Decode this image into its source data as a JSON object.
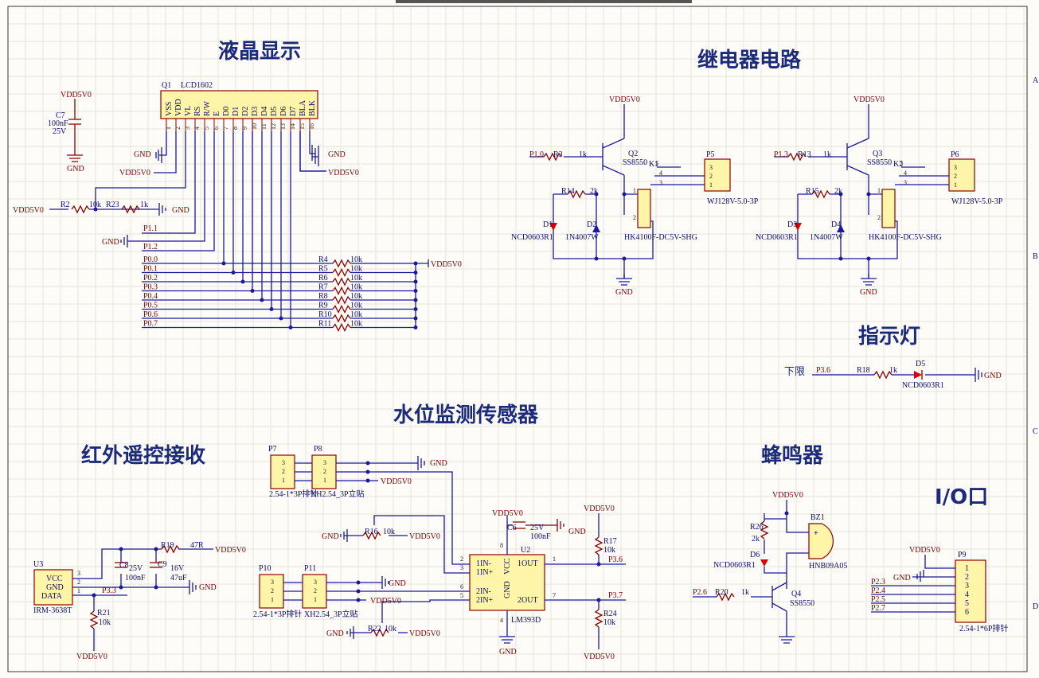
{
  "titles": {
    "lcd": "液晶显示",
    "relay": "继电器电路",
    "indicator": "指示灯",
    "water": "水位监测传感器",
    "ir": "红外遥控接收",
    "buzzer": "蜂鸣器",
    "io": "I/O口"
  },
  "border": {
    "rows": [
      "A",
      "B",
      "C",
      "D"
    ]
  },
  "power": {
    "vdd": "VDD5V0",
    "gnd": "GND"
  },
  "lcd": {
    "designator": "Q1",
    "part": "LCD1602",
    "pins": [
      "VSS",
      "VDD",
      "VL",
      "RS",
      "R/W",
      "E",
      "D0",
      "D1",
      "D2",
      "D3",
      "D4",
      "D5",
      "D6",
      "D7",
      "BLA",
      "BLK"
    ],
    "pin_numbers": [
      "1",
      "2",
      "3",
      "4",
      "5",
      "6",
      "7",
      "8",
      "9",
      "10",
      "11",
      "12",
      "13",
      "14",
      "15",
      "16"
    ],
    "c7": {
      "name": "C7",
      "value": "100nF",
      "voltage": "25V"
    },
    "r2": {
      "name": "R2",
      "value": "10k"
    },
    "r23": {
      "name": "R23",
      "value": "1k"
    },
    "nets_ctrl": [
      "P1.1",
      "P1.2"
    ],
    "data_nets": [
      "P0.0",
      "P0.1",
      "P0.2",
      "P0.3",
      "P0.4",
      "P0.5",
      "P0.6",
      "P0.7"
    ],
    "pullups": [
      "R4",
      "R5",
      "R6",
      "R7",
      "R8",
      "R9",
      "R10",
      "R11"
    ],
    "pullup_value": "10k"
  },
  "relay1": {
    "transistor": "Q2",
    "transistor_part": "SS8550",
    "r_base": "R3",
    "r_base_value": "1k",
    "net": "P1.0",
    "relay": "K1",
    "relay_part": "HK4100F-DC5V-SHG",
    "r_led": "R14",
    "r_led_value": "2k",
    "led": "D1",
    "led_part": "NCD0603R1",
    "diode": "D2",
    "diode_part": "1N4007W",
    "conn": "P5",
    "conn_part": "WJ128V-5.0-3P"
  },
  "relay2": {
    "transistor": "Q3",
    "transistor_part": "SS8550",
    "r_base": "R13",
    "r_base_value": "1k",
    "net": "P1.3",
    "relay": "K2",
    "relay_part": "HK4100F-DC5V-SHG",
    "r_led": "R15",
    "r_led_value": "2k",
    "led": "D3",
    "led_part": "NCD0603R1",
    "diode": "D4",
    "diode_part": "1N4007W",
    "conn": "P6",
    "conn_part": "WJ128V-5.0-3P"
  },
  "indicator": {
    "label": "下限",
    "net": "P3.6",
    "r": "R18",
    "r_value": "1k",
    "led": "D5",
    "led_part": "NCD0603R1"
  },
  "water": {
    "p7": "P7",
    "p8": "P8",
    "p10": "P10",
    "p11": "P11",
    "hdr_part": "2.54-1*3P排针",
    "xh_part": "XH2.54_3P立贴",
    "r16": "R16",
    "r16_value": "10k",
    "r22": "R22",
    "r22_value": "10k",
    "c6": "C6",
    "c6_voltage": "25V",
    "c6_value": "100nF",
    "u2": "U2",
    "u2_part": "LM393D",
    "u2_pins": [
      "1IN-",
      "1IN+",
      "2IN-",
      "2IN+",
      "VCC",
      "GND",
      "1OUT",
      "2OUT"
    ],
    "r17": "R17",
    "r17_value": "10k",
    "r24": "R24",
    "r24_value": "10k",
    "out_nets": [
      "P3.6",
      "P3.7"
    ]
  },
  "ir": {
    "u3": "U3",
    "u3_part": "IRM-3638T",
    "u3_pins": [
      "VCC",
      "GND",
      "DATA"
    ],
    "r19": "R19",
    "r19_value": "47R",
    "c8": "C8",
    "c8_voltage": "25V",
    "c8_value": "100nF",
    "c9": "C9",
    "c9_voltage": "16V",
    "c9_value": "47uF",
    "r21": "R21",
    "r21_value": "10k",
    "net": "P3.3"
  },
  "buzzer": {
    "bz": "BZ1",
    "bz_part": "HNB09A05",
    "r26": "R26",
    "r26_value": "2k",
    "led": "D6",
    "led_part": "NCD0603R1",
    "q4": "Q4",
    "q4_part": "SS8550",
    "r20": "R20",
    "r20_value": "1k",
    "net": "P2.6"
  },
  "io": {
    "conn": "P9",
    "part": "2.54-1*6P排针",
    "nets": [
      "P2.3",
      "P2.4",
      "P2.5",
      "P2.7"
    ],
    "pins": [
      "1",
      "2",
      "3",
      "4",
      "5",
      "6"
    ]
  }
}
